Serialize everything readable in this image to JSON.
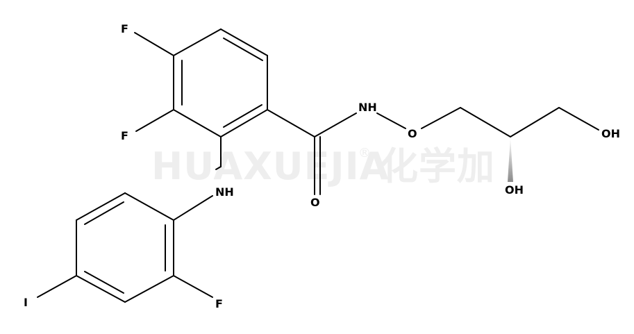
{
  "watermark": {
    "text": "HUAXUEJIA",
    "registered_mark": "®",
    "chinese": "化学加"
  },
  "atoms": {
    "f_top": "F",
    "f_mid": "F",
    "nh_amine": "NH",
    "i_label": "I",
    "f_bottom": "F",
    "nh_amide": "NH",
    "o_ether": "O",
    "o_carbonyl": "O",
    "oh_terminal": "OH",
    "oh_chiral": "OH"
  },
  "colors": {
    "bond": "#000000",
    "atom_label": "#000000",
    "watermark": "#eeeeee",
    "wedge": "#9a9a9a"
  }
}
